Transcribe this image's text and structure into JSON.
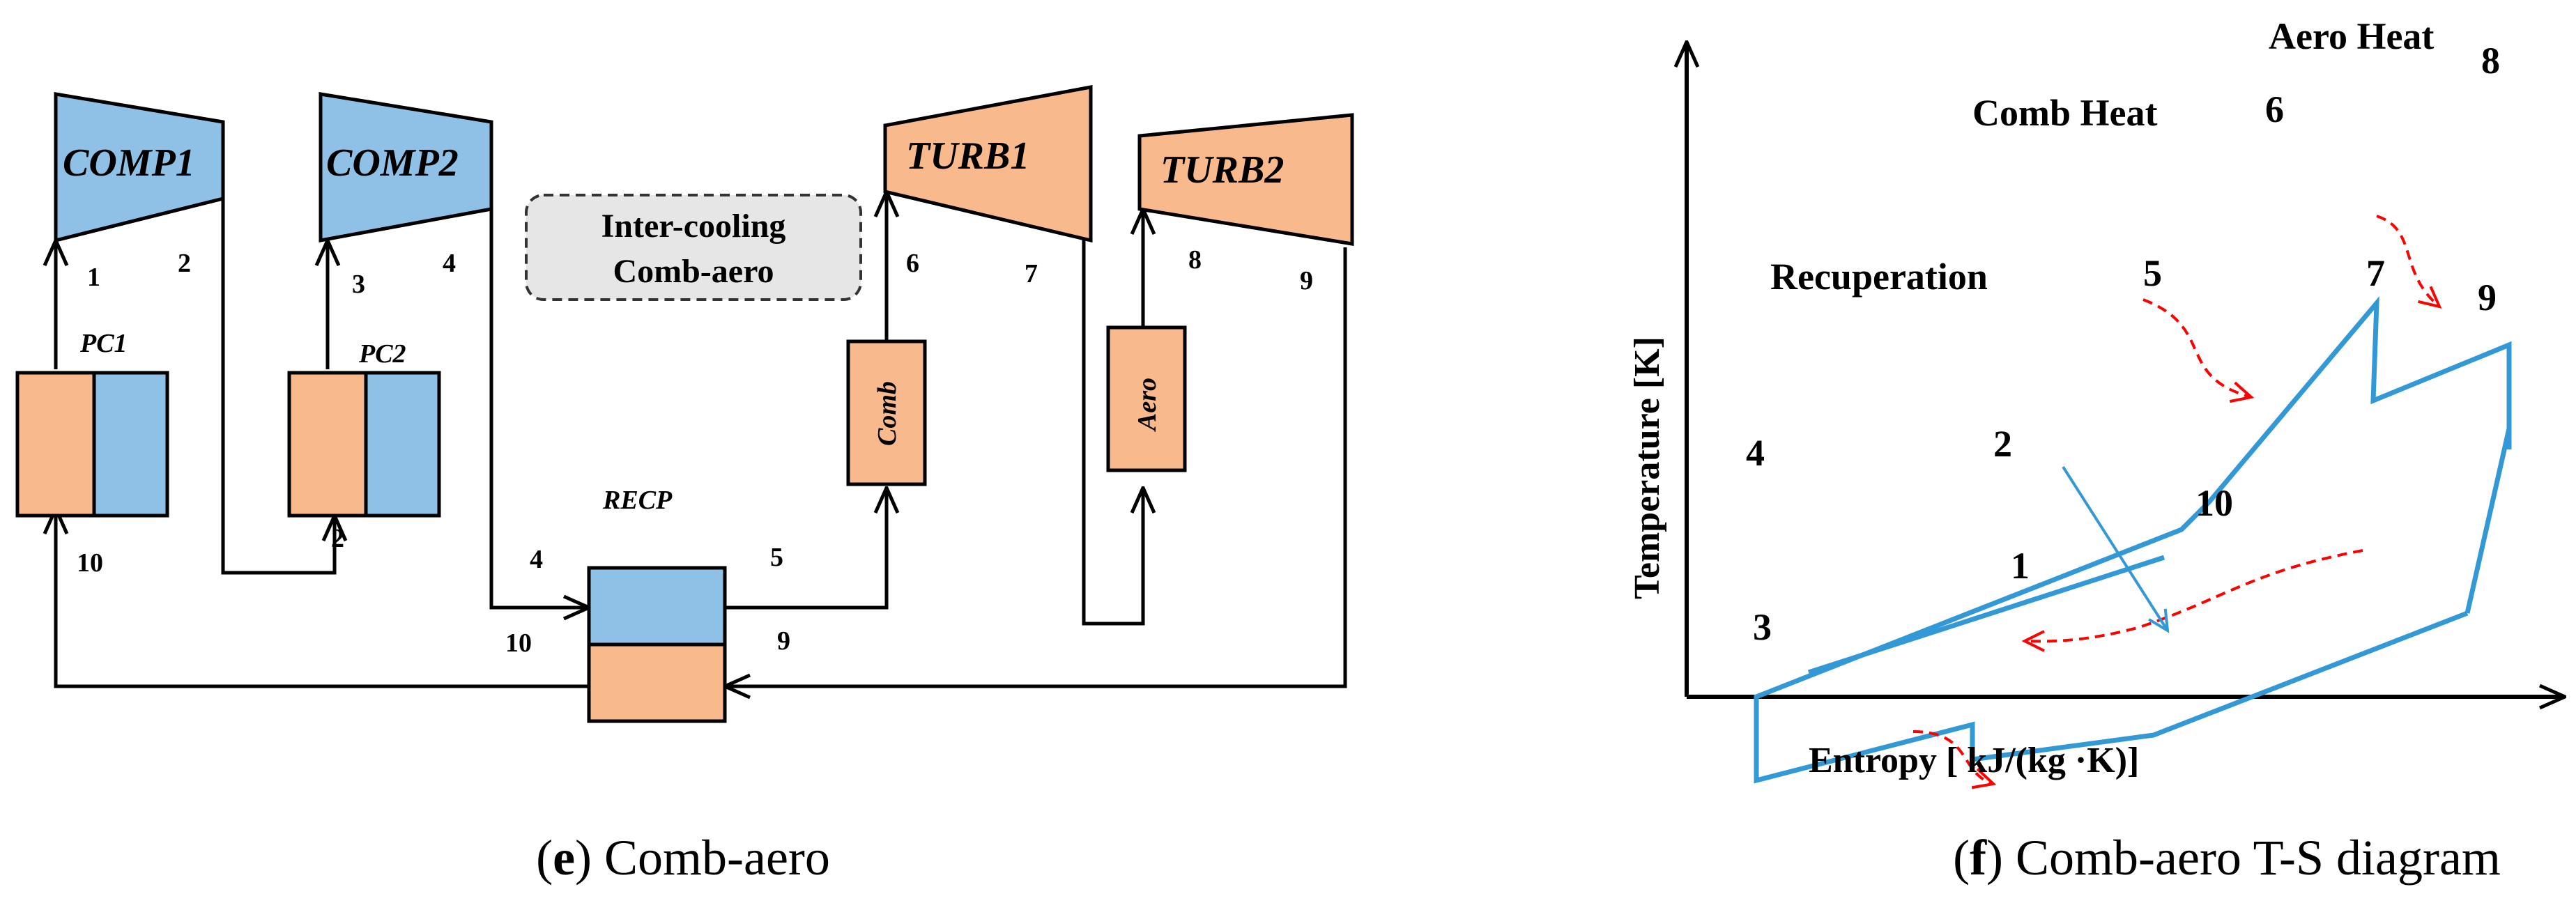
{
  "left_panel": {
    "components": {
      "comp1": "COMP1",
      "comp2": "COMP2",
      "turb1": "TURB1",
      "turb2": "TURB2",
      "pc1": "PC1",
      "pc2": "PC2",
      "recp": "RECP",
      "comb": "Comb",
      "aero": "Aero"
    },
    "legend_box": {
      "line1": "Inter-cooling",
      "line2": "Comb-aero"
    },
    "state_labels": {
      "s1": "1",
      "s2_top": "2",
      "s3": "3",
      "s4_top": "4",
      "s6": "6",
      "s7": "7",
      "s8": "8",
      "s9_top": "9",
      "s10_pc1": "10",
      "s2_pc2": "2",
      "s4_recp": "4",
      "s5": "5",
      "s10_recp": "10",
      "s9_recp": "9"
    },
    "caption": {
      "letter": "e",
      "text": " Comb-aero"
    }
  },
  "right_panel": {
    "axes": {
      "xlabel": "Entropy [ kJ/(kg ·K)]",
      "ylabel": "Temperature [K]"
    },
    "annotations": {
      "comb_heat": "Comb Heat",
      "aero_heat": "Aero Heat",
      "recuperation": "Recuperation"
    },
    "points": {
      "p1": "1",
      "p2": "2",
      "p3": "3",
      "p4": "4",
      "p5": "5",
      "p6": "6",
      "p7": "7",
      "p8": "8",
      "p9": "9",
      "p10": "10"
    },
    "caption": {
      "letter": "f",
      "text": " Comb-aero T-S diagram"
    }
  },
  "colors": {
    "compressor_blue": "#8fc1e6",
    "turbine_orange": "#f8b98d",
    "cycle_line": "#3399d6",
    "heat_arrow": "#ff0000",
    "legend_fill": "#e6e6e6"
  }
}
